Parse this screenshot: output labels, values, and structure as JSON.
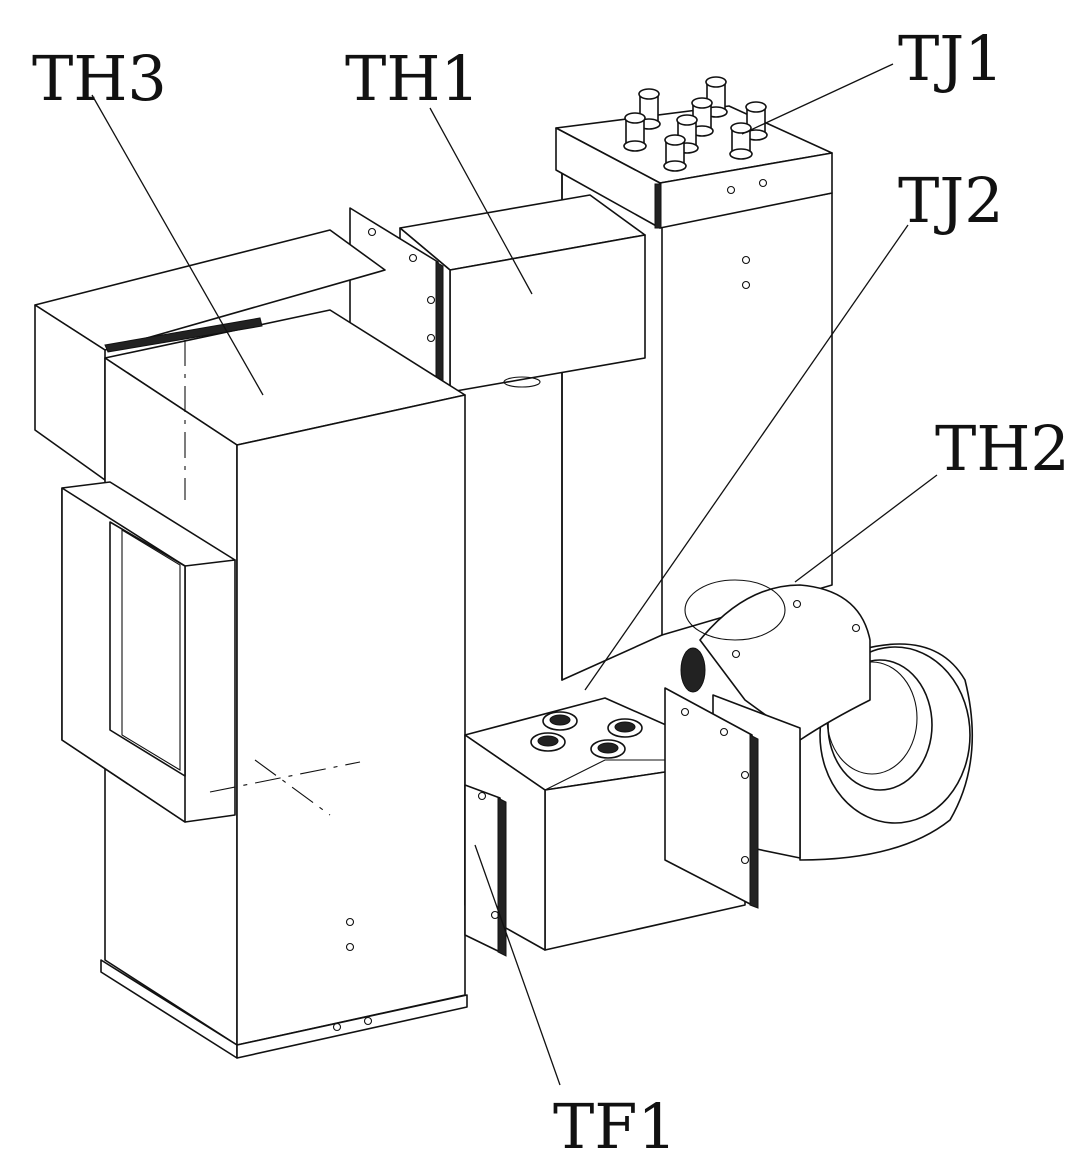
{
  "labels": {
    "th3": "TH3",
    "th1": "TH1",
    "tj1": "TJ1",
    "tj2": "TJ2",
    "th2": "TH2",
    "tf1": "TF1"
  },
  "colors": {
    "line": "#111111",
    "background": "#ffffff",
    "flange": "#222222"
  }
}
